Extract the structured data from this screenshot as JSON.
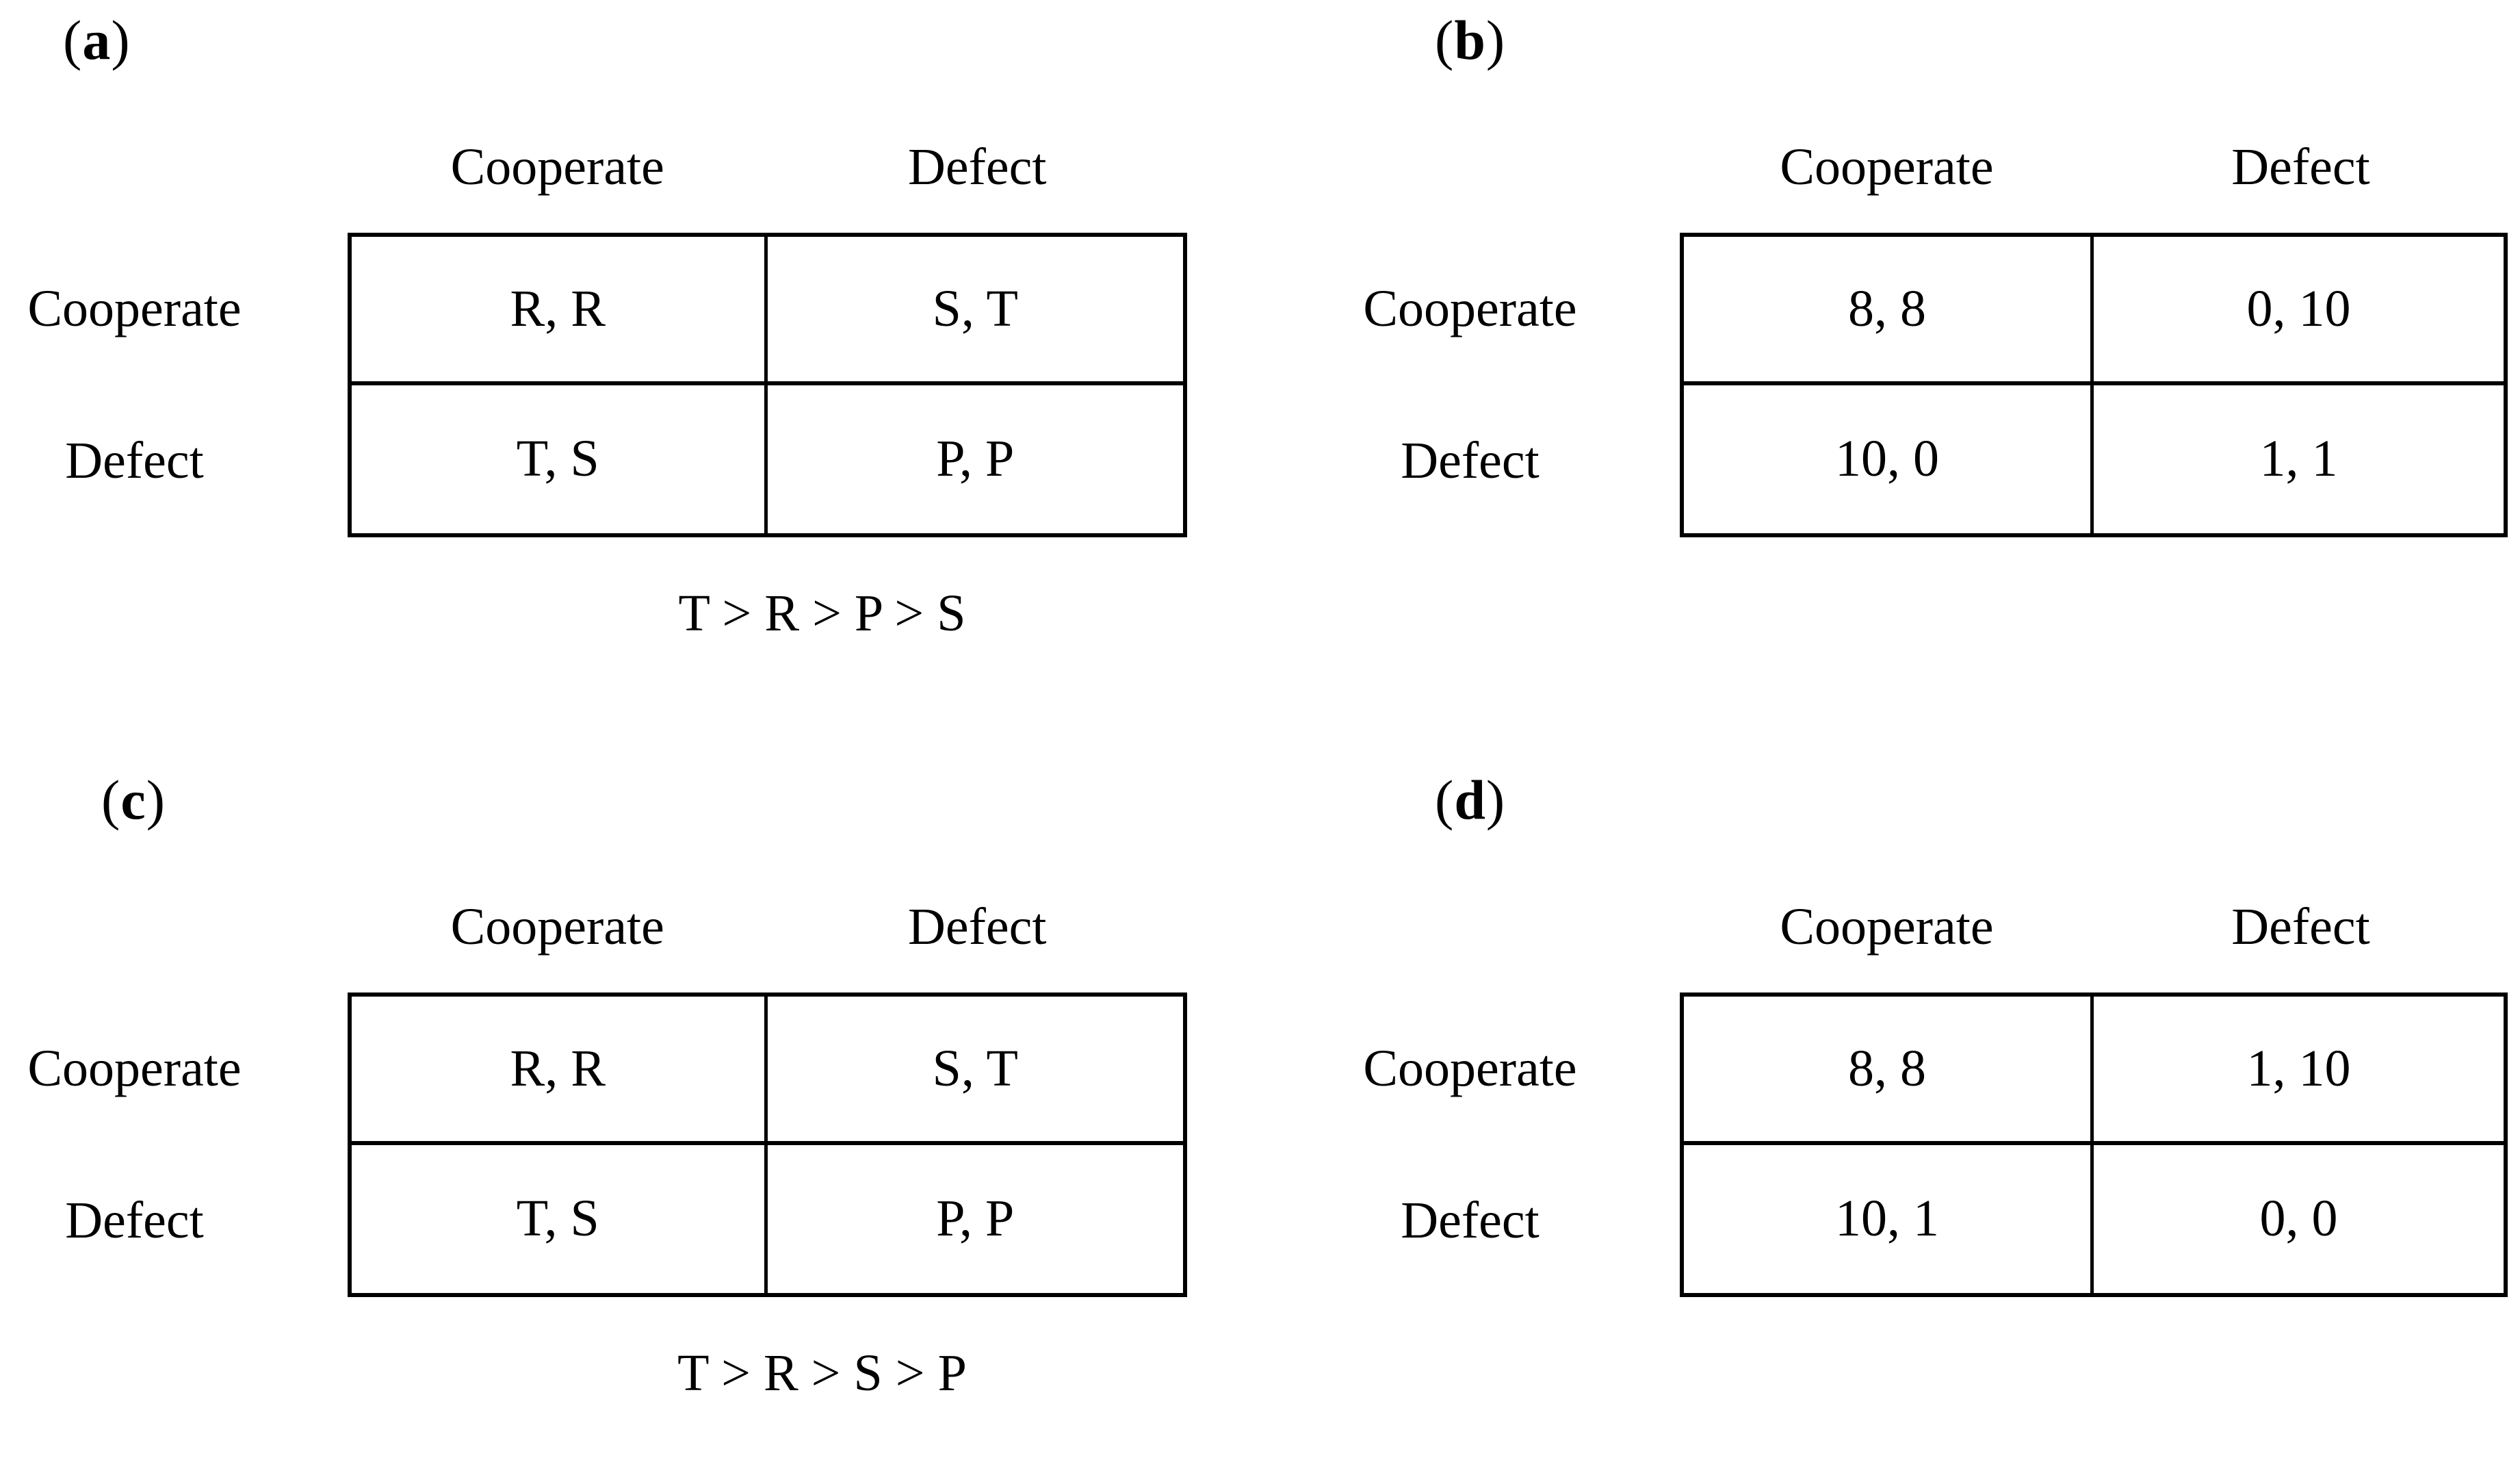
{
  "colors": {
    "background": "#ffffff",
    "text": "#000000",
    "table_border": "#000000"
  },
  "figure": {
    "panels": [
      {
        "id": "a",
        "label": {
          "open": "(",
          "letter": "a",
          "close": ")"
        },
        "col_headers": [
          "Cooperate",
          "Defect"
        ],
        "row_headers": [
          "Cooperate",
          "Defect"
        ],
        "cells": [
          [
            "R, R",
            "S, T"
          ],
          [
            "T, S",
            "P, P"
          ]
        ],
        "caption": "T > R > P > S"
      },
      {
        "id": "b",
        "label": {
          "open": "(",
          "letter": "b",
          "close": ")"
        },
        "col_headers": [
          "Cooperate",
          "Defect"
        ],
        "row_headers": [
          "Cooperate",
          "Defect"
        ],
        "cells": [
          [
            "8, 8",
            "0, 10"
          ],
          [
            "10, 0",
            "1, 1"
          ]
        ],
        "caption": ""
      },
      {
        "id": "c",
        "label": {
          "open": "(",
          "letter": "c",
          "close": ")"
        },
        "col_headers": [
          "Cooperate",
          "Defect"
        ],
        "row_headers": [
          "Cooperate",
          "Defect"
        ],
        "cells": [
          [
            "R, R",
            "S, T"
          ],
          [
            "T, S",
            "P, P"
          ]
        ],
        "caption": "T > R > S > P"
      },
      {
        "id": "d",
        "label": {
          "open": "(",
          "letter": "d",
          "close": ")"
        },
        "col_headers": [
          "Cooperate",
          "Defect"
        ],
        "row_headers": [
          "Cooperate",
          "Defect"
        ],
        "cells": [
          [
            "8, 8",
            "1, 10"
          ],
          [
            "10, 1",
            "0, 0"
          ]
        ],
        "caption": ""
      }
    ]
  }
}
